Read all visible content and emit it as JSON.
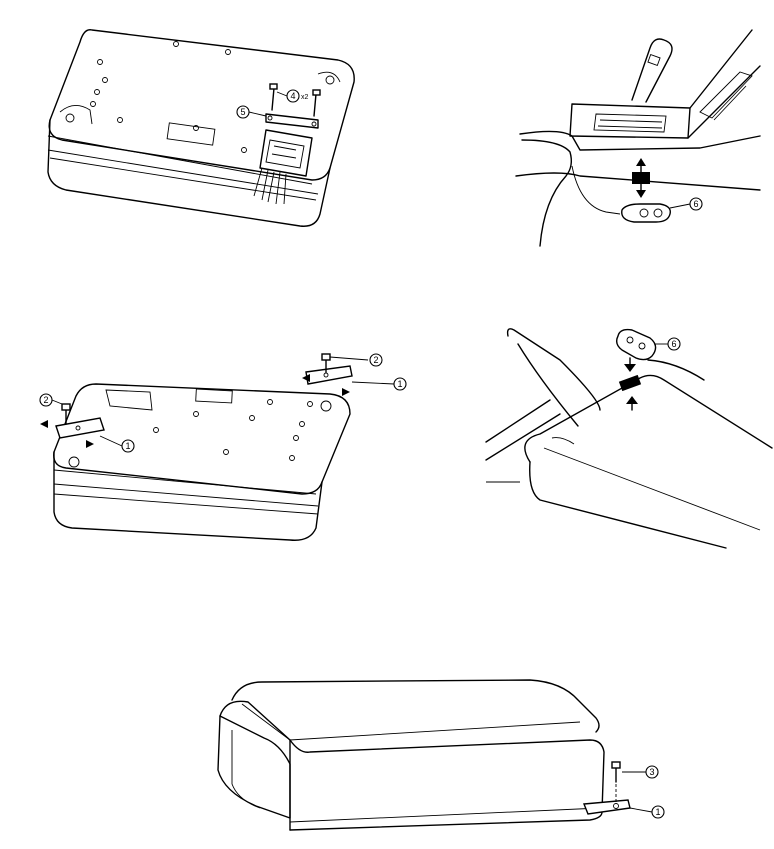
{
  "callouts": {
    "p1": {
      "screw": "4",
      "multiplier": "x2",
      "bracket": "5"
    },
    "p2": {
      "remote": "6"
    },
    "p3": {
      "screw_right": "2",
      "bracket_right": "1",
      "screw_left": "2",
      "bracket_left": "1"
    },
    "p4": {
      "remote": "6"
    },
    "p5": {
      "screw": "3",
      "bracket": "1"
    }
  }
}
